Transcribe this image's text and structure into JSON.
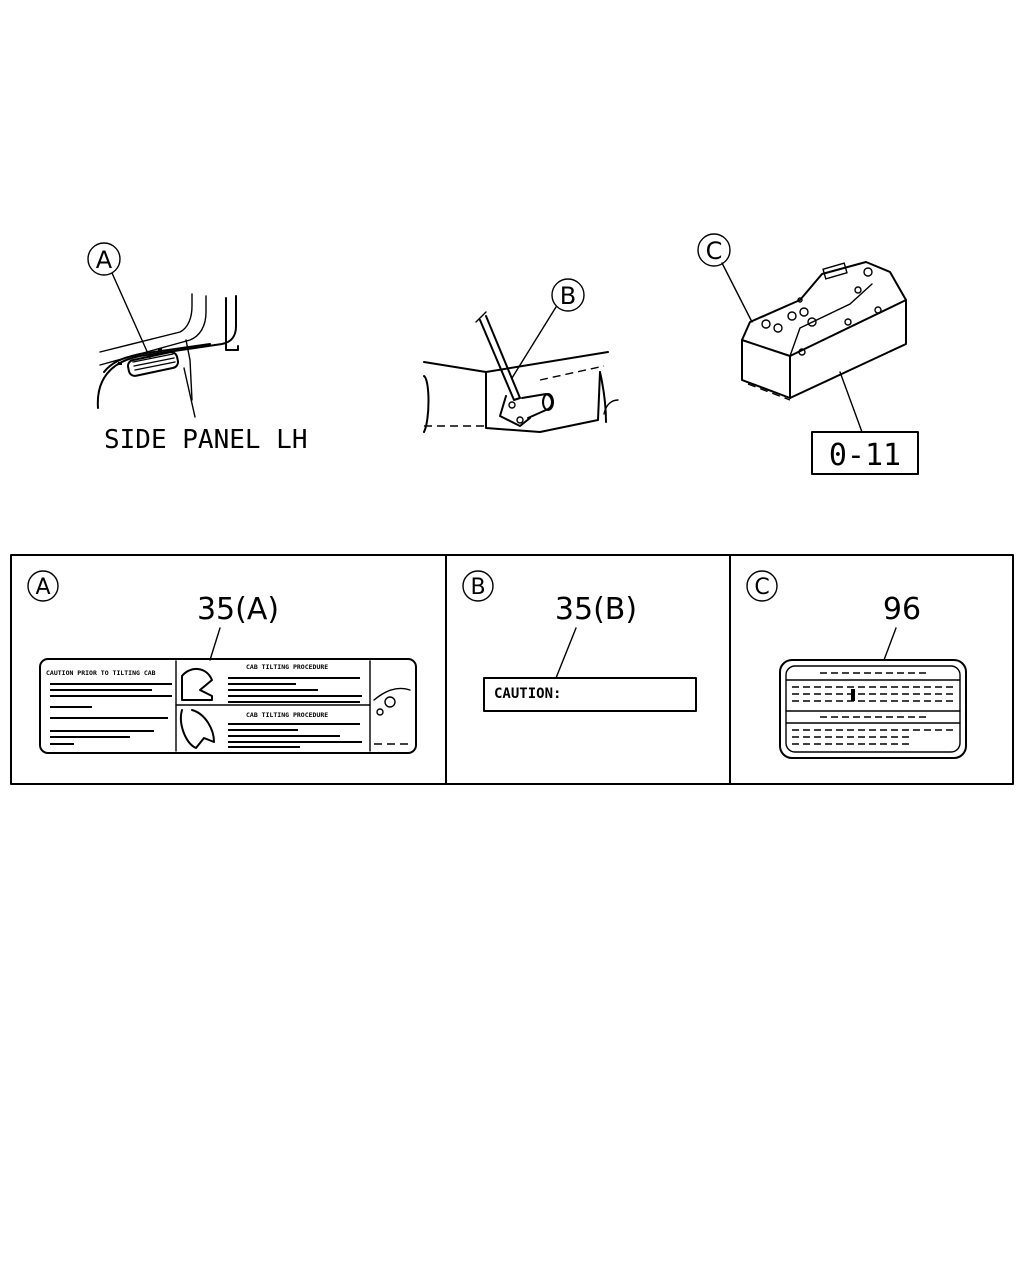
{
  "callouts": {
    "a": "A",
    "b": "B",
    "c": "C"
  },
  "top": {
    "side_panel_label": "SIDE PANEL LH",
    "reference_box": "0-11"
  },
  "panels": [
    {
      "letter": "A",
      "part_number": "35(A)",
      "label_texts": [
        "CAUTION PRIOR TO TILTING CAB",
        "CAB TILTING PROCEDURE",
        "CAB TILTING PROCEDURE"
      ]
    },
    {
      "letter": "B",
      "part_number": "35(B)",
      "label_text": "CAUTION:"
    },
    {
      "letter": "C",
      "part_number": "96"
    }
  ]
}
